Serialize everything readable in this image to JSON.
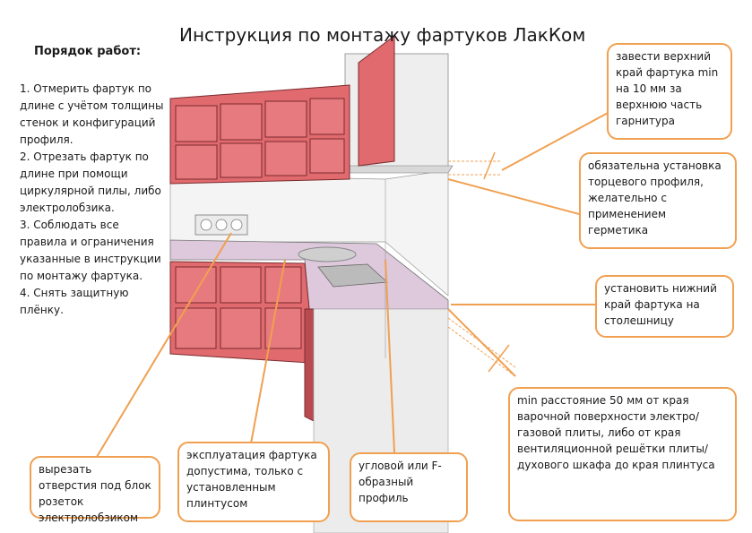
{
  "title": "Инструкция по монтажу фартуков ЛакКом",
  "steps_heading": "Порядок работ:",
  "steps": [
    "1. Отмерить фартук по длине с учётом толщины стенок и конфигураций профиля.",
    "2. Отрезать фартук по длине при помощи циркулярной пилы, либо электролобзика.",
    "3. Соблюдать все правила и ограничения указанные в инструкции по монтажу фартука.",
    "4. Снять защитную плёнку."
  ],
  "callouts": {
    "top_edge": "завести верхний край фартука min на 10 мм за верхнюю часть гарнитура",
    "end_profile": "обязательна установка торцевого профиля, желательно с применением герметика",
    "bottom_edge": "установить нижний край фартука на столешницу",
    "min_distance": "min расстояние 50 мм от края варочной поверхности электро/ газовой плиты, либо от края вентиляционной решётки плиты/духового шкафа до края плинтуса",
    "sockets": "вырезать отверстия  под блок розеток электролобзиком",
    "skirting": "эксплуатация фартука допустима, только с установленным плинтусом",
    "profile": "угловой или F-образный профиль"
  },
  "colors": {
    "callout_border": "#f0a050",
    "cabinet": "#e06a6e",
    "cabinet_dark": "#b94b50",
    "worktop": "#ddc8dc"
  }
}
